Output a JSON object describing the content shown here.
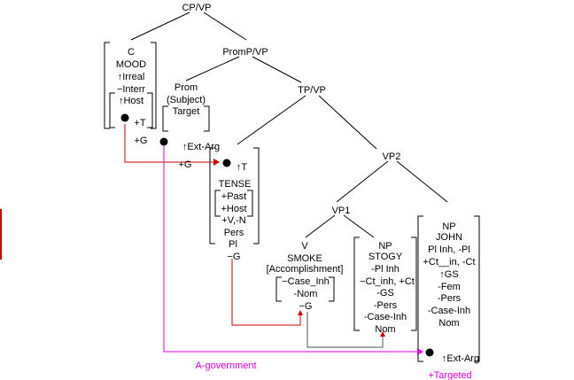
{
  "nodes": {
    "root": "CP/VP",
    "promp": "PromP/VP",
    "tp": "TP/VP",
    "vp2": "VP2",
    "vp1": "VP1",
    "c": [
      "C",
      "MOOD",
      "↑Irreal",
      "−Interr",
      "↑Host",
      "+T",
      "+G"
    ],
    "prom": [
      "Prom",
      "(Subject)",
      "Target",
      "↑Ext-Arg",
      "+G"
    ],
    "t": [
      "↑T",
      "TENSE",
      "+Past",
      "+Host",
      "+V,-N",
      "Pers",
      "Pl",
      "−G"
    ],
    "v": [
      "V",
      "SMOKE",
      "[Accomplishment]",
      "−Case_Inh",
      "-Nom",
      "−G"
    ],
    "stogy": [
      "NP",
      "STOGY",
      "-Pl Inh",
      "−Ct_inh, +Ct",
      "-GS",
      "-Pers",
      "-Case-Inh",
      "Nom"
    ],
    "john": [
      "NP",
      "JOHN",
      "Pl Inh, -Pl",
      "+Ct__in, -Ct",
      "↑GS",
      "-Fem",
      "-Pers",
      "-Case-Inh",
      "Nom",
      "↑Ext-Arg"
    ]
  },
  "labels": {
    "agov": "A-government",
    "targeted": "+Targeted"
  },
  "colors": {
    "red": "#cc0000",
    "magenta": "#e000e0",
    "gray": "#555555"
  }
}
